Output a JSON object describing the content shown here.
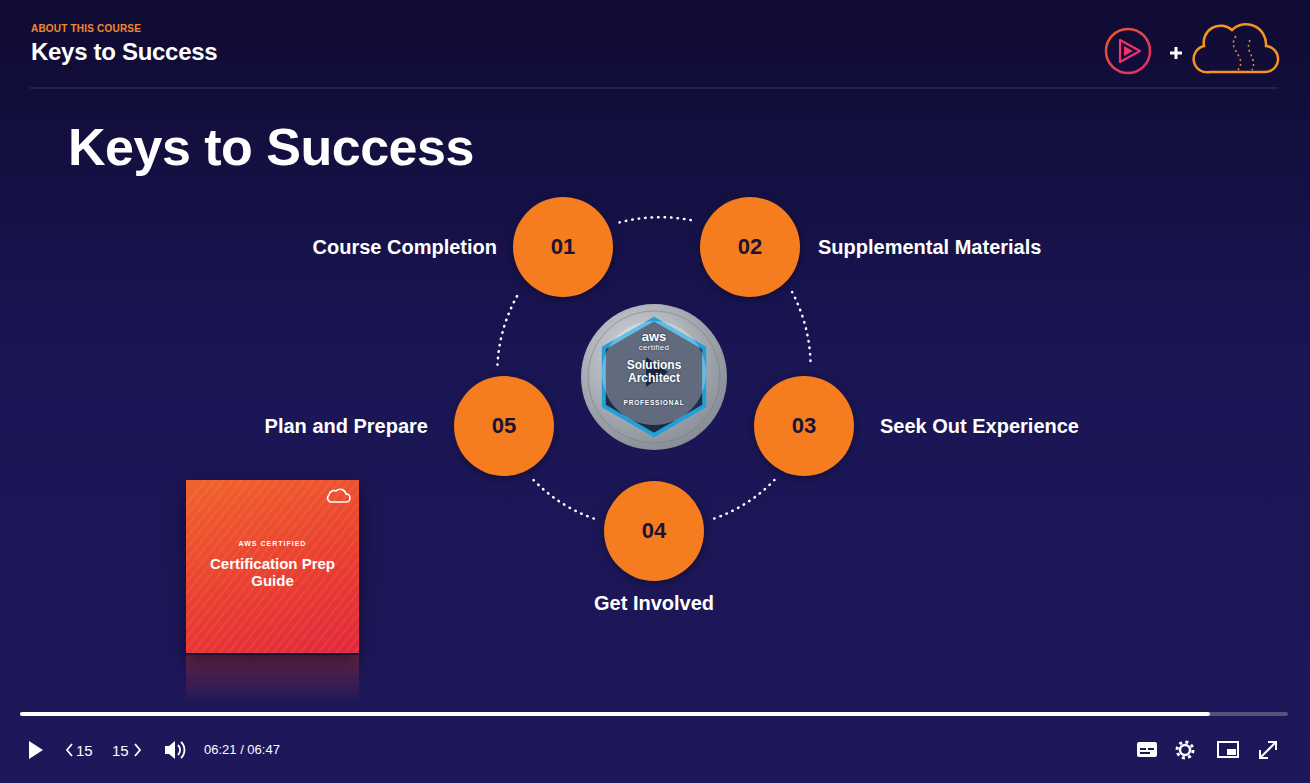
{
  "diagram": {
    "title": "Keys to Success",
    "nodes": [
      {
        "text": [
          "01",
          "Course Completion"
        ]
      },
      {
        "text": [
          "02",
          "Supplemental Materials"
        ]
      },
      {
        "text": [
          "03",
          "Seek Out Experience"
        ]
      },
      {
        "text": [
          "04",
          "Get Involved"
        ]
      },
      {
        "text": [
          "05",
          "Plan and Prepare"
        ]
      },
      {
        "text": [
          "aws",
          "certified",
          "Solutions Architect",
          "PROFESSIONAL"
        ]
      },
      {
        "text": [
          "AWS CERTIFIED",
          "Certification Prep Guide"
        ]
      }
    ],
    "edges": [
      {
        "from": 0,
        "to": 1,
        "arrow": "none"
      },
      {
        "from": 1,
        "to": 2,
        "arrow": "none"
      },
      {
        "from": 2,
        "to": 3,
        "arrow": "none"
      },
      {
        "from": 3,
        "to": 4,
        "arrow": "none"
      },
      {
        "from": 4,
        "to": 0,
        "arrow": "none"
      }
    ],
    "labels": [
      "ABOUT THIS COURSE",
      "Keys to Success",
      "15",
      "15",
      "06:21 / 06:47"
    ]
  }
}
